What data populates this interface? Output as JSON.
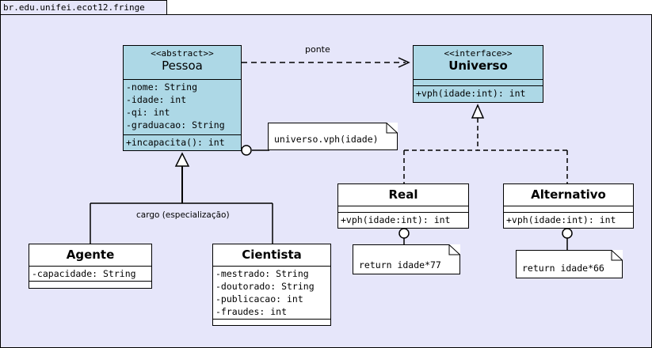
{
  "package": {
    "name": "br.edu.unifei.ecot12.fringe"
  },
  "colors": {
    "background": "#e6e6fa",
    "class_fill": "#add8e6",
    "plain_fill": "#ffffff"
  },
  "classes": {
    "pessoa": {
      "stereotype": "<<abstract>>",
      "name": "Pessoa",
      "attributes": [
        "-nome: String",
        "-idade: int",
        "-qi: int",
        "-graduacao: String"
      ],
      "operations": [
        "+incapacita(): int"
      ]
    },
    "universo": {
      "stereotype": "<<interface>>",
      "name": "Universo",
      "operations": [
        "+vph(idade:int): int"
      ]
    },
    "agente": {
      "name": "Agente",
      "attributes": [
        "-capacidade: String"
      ]
    },
    "cientista": {
      "name": "Cientista",
      "attributes": [
        "-mestrado: String",
        "-doutorado: String",
        "-publicacao: int",
        "-fraudes: int"
      ]
    },
    "real": {
      "name": "Real",
      "operations": [
        "+vph(idade:int): int"
      ]
    },
    "alternativo": {
      "name": "Alternativo",
      "operations": [
        "+vph(idade:int): int"
      ]
    }
  },
  "notes": {
    "universo_call": "universo.vph(idade)",
    "real_return": "return idade*77",
    "alternativo_return": "return idade*66"
  },
  "relations": {
    "ponte": "ponte",
    "cargo": "cargo (especialização)"
  }
}
